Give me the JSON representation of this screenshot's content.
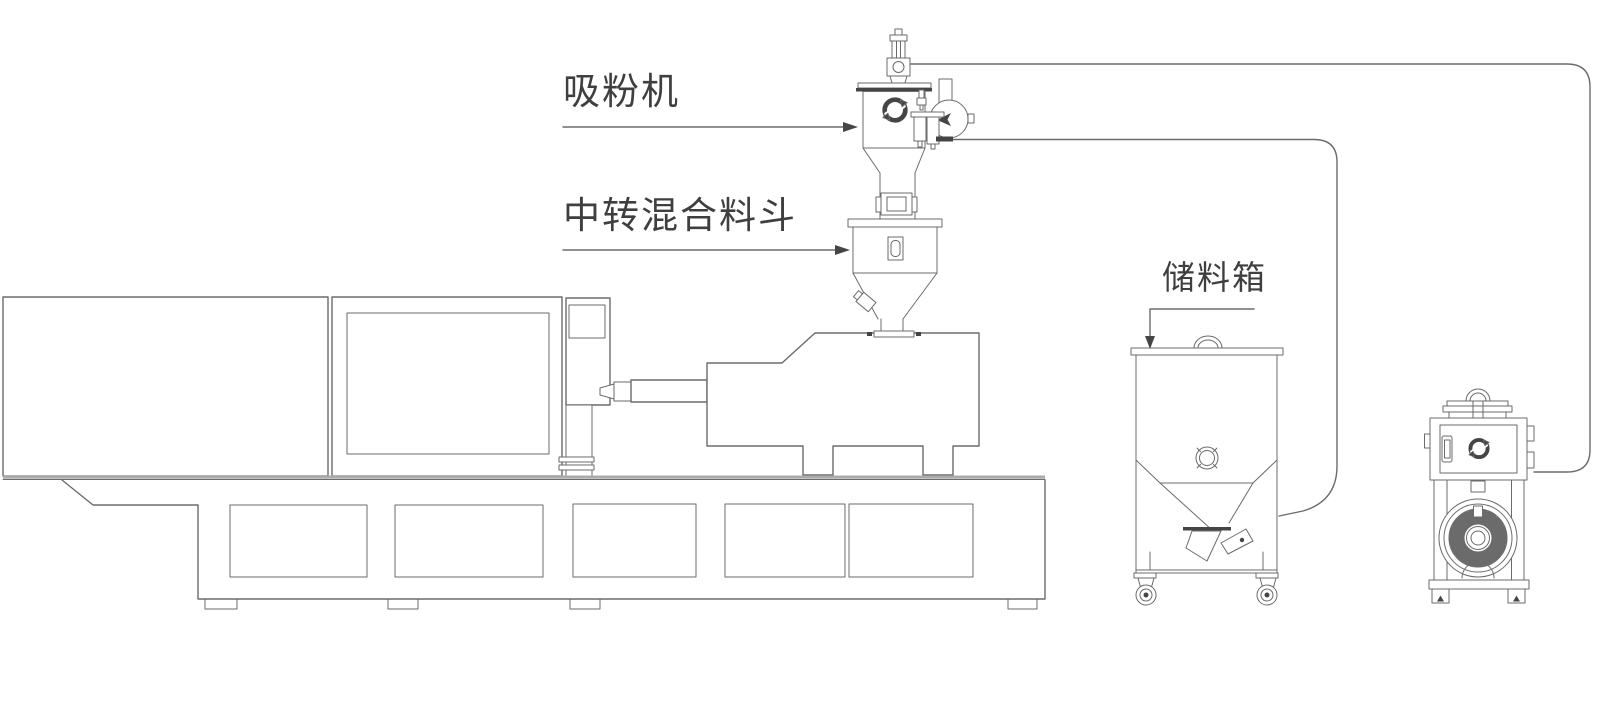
{
  "colors": {
    "background": "#ffffff",
    "line": "#6b6b6b",
    "dark": "#454545",
    "text": "#3f3f3f",
    "deck_band": "#ababab"
  },
  "labels": {
    "powder_suction_machine": "吸粉机",
    "transfer_mixing_hopper": "中转混合料斗",
    "storage_bin": "储料箱"
  },
  "icons": {
    "brand_logo": "circular-swirl-arrows-logo"
  }
}
